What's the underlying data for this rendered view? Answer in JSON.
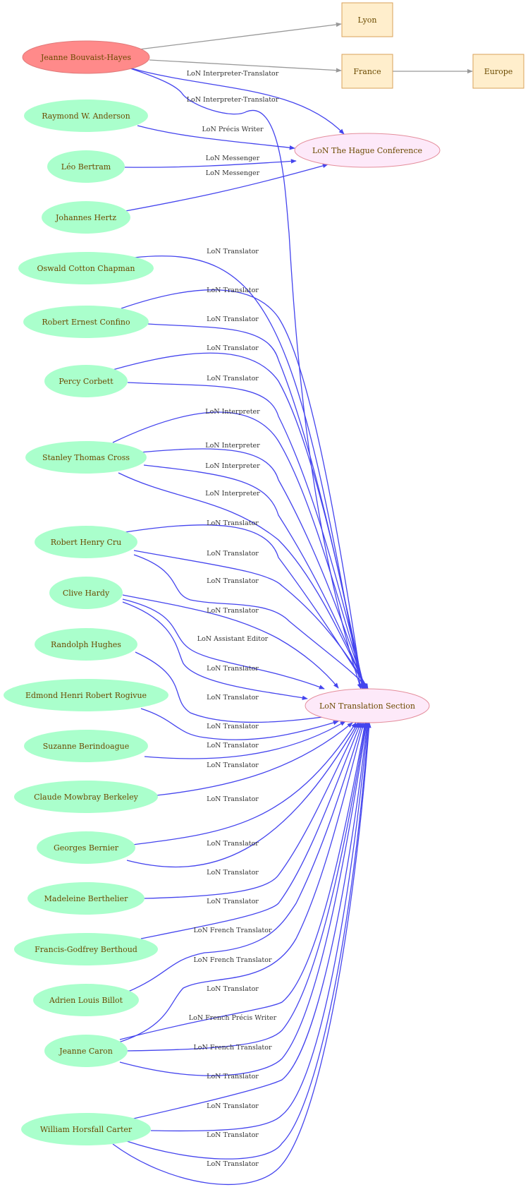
{
  "colors": {
    "focus_fill": "#ff8a8a",
    "focus_stroke": "#e07a7a",
    "person_fill": "#aaffcc",
    "org_fill": "#fde9f9",
    "org_stroke": "#e48e9c",
    "place_fill": "#ffeecc",
    "place_stroke": "#d9a15a",
    "edge_blue": "#4444ee",
    "edge_gray": "#999999",
    "label_text": "#6b4a00"
  },
  "nodes": [
    {
      "id": "jbh",
      "label": "Jeanne Bouvaist-Hayes",
      "kind": "focus",
      "shape": "ellipse"
    },
    {
      "id": "lyon",
      "label": "Lyon",
      "kind": "place",
      "shape": "box"
    },
    {
      "id": "france",
      "label": "France",
      "kind": "place",
      "shape": "box"
    },
    {
      "id": "europe",
      "label": "Europe",
      "kind": "place",
      "shape": "box"
    },
    {
      "id": "hague",
      "label": "LoN The Hague Conference",
      "kind": "org",
      "shape": "ellipse"
    },
    {
      "id": "trans",
      "label": "LoN Translation Section",
      "kind": "org",
      "shape": "ellipse"
    },
    {
      "id": "anderson",
      "label": "Raymond W. Anderson",
      "kind": "person",
      "shape": "ellipse"
    },
    {
      "id": "bertram",
      "label": "Léo Bertram",
      "kind": "person",
      "shape": "ellipse"
    },
    {
      "id": "hertz",
      "label": "Johannes Hertz",
      "kind": "person",
      "shape": "ellipse"
    },
    {
      "id": "chapman",
      "label": "Oswald Cotton Chapman",
      "kind": "person",
      "shape": "ellipse"
    },
    {
      "id": "confino",
      "label": "Robert Ernest Confino",
      "kind": "person",
      "shape": "ellipse"
    },
    {
      "id": "corbett",
      "label": "Percy Corbett",
      "kind": "person",
      "shape": "ellipse"
    },
    {
      "id": "cross",
      "label": "Stanley Thomas Cross",
      "kind": "person",
      "shape": "ellipse"
    },
    {
      "id": "cru",
      "label": "Robert Henry Cru",
      "kind": "person",
      "shape": "ellipse"
    },
    {
      "id": "hardy",
      "label": "Clive Hardy",
      "kind": "person",
      "shape": "ellipse"
    },
    {
      "id": "hughes",
      "label": "Randolph Hughes",
      "kind": "person",
      "shape": "ellipse"
    },
    {
      "id": "rogivue",
      "label": "Edmond Henri Robert Rogivue",
      "kind": "person",
      "shape": "ellipse"
    },
    {
      "id": "berindoague",
      "label": "Suzanne Berindoague",
      "kind": "person",
      "shape": "ellipse"
    },
    {
      "id": "berkeley",
      "label": "Claude Mowbray Berkeley",
      "kind": "person",
      "shape": "ellipse"
    },
    {
      "id": "bernier",
      "label": "Georges Bernier",
      "kind": "person",
      "shape": "ellipse"
    },
    {
      "id": "berthelier",
      "label": "Madeleine Berthelier",
      "kind": "person",
      "shape": "ellipse"
    },
    {
      "id": "berthoud",
      "label": "Francis-Godfrey Berthoud",
      "kind": "person",
      "shape": "ellipse"
    },
    {
      "id": "billot",
      "label": "Adrien Louis Billot",
      "kind": "person",
      "shape": "ellipse"
    },
    {
      "id": "caron",
      "label": "Jeanne Caron",
      "kind": "person",
      "shape": "ellipse"
    },
    {
      "id": "carter",
      "label": "William Horsfall Carter",
      "kind": "person",
      "shape": "ellipse"
    }
  ],
  "edges": [
    {
      "from": "jbh",
      "to": "lyon",
      "label": ""
    },
    {
      "from": "jbh",
      "to": "france",
      "label": ""
    },
    {
      "from": "france",
      "to": "europe",
      "label": ""
    },
    {
      "from": "jbh",
      "to": "hague",
      "label": "LoN Interpreter-Translator"
    },
    {
      "from": "jbh",
      "to": "trans",
      "label": "LoN Interpreter-Translator"
    },
    {
      "from": "anderson",
      "to": "hague",
      "label": "LoN Précis Writer"
    },
    {
      "from": "bertram",
      "to": "hague",
      "label": "LoN Messenger"
    },
    {
      "from": "hertz",
      "to": "hague",
      "label": "LoN Messenger"
    },
    {
      "from": "chapman",
      "to": "trans",
      "label": "LoN Translator"
    },
    {
      "from": "confino",
      "to": "trans",
      "label": "LoN Translator"
    },
    {
      "from": "confino",
      "to": "trans",
      "label": "LoN Translator"
    },
    {
      "from": "corbett",
      "to": "trans",
      "label": "LoN Translator"
    },
    {
      "from": "corbett",
      "to": "trans",
      "label": "LoN Translator"
    },
    {
      "from": "cross",
      "to": "trans",
      "label": "LoN Interpreter"
    },
    {
      "from": "cross",
      "to": "trans",
      "label": "LoN Interpreter"
    },
    {
      "from": "cross",
      "to": "trans",
      "label": "LoN Interpreter"
    },
    {
      "from": "cross",
      "to": "trans",
      "label": "LoN Interpreter"
    },
    {
      "from": "cru",
      "to": "trans",
      "label": "LoN Translator"
    },
    {
      "from": "cru",
      "to": "trans",
      "label": "LoN Translator"
    },
    {
      "from": "cru",
      "to": "trans",
      "label": "LoN Translator"
    },
    {
      "from": "hardy",
      "to": "trans",
      "label": "LoN Translator"
    },
    {
      "from": "hardy",
      "to": "trans",
      "label": "LoN Assistant Editor"
    },
    {
      "from": "hardy",
      "to": "trans",
      "label": "LoN Translator"
    },
    {
      "from": "hughes",
      "to": "trans",
      "label": "LoN Translator"
    },
    {
      "from": "rogivue",
      "to": "trans",
      "label": "LoN Translator"
    },
    {
      "from": "berindoague",
      "to": "trans",
      "label": "LoN Translator"
    },
    {
      "from": "berkeley",
      "to": "trans",
      "label": "LoN Translator"
    },
    {
      "from": "bernier",
      "to": "trans",
      "label": "LoN Translator"
    },
    {
      "from": "bernier",
      "to": "trans",
      "label": "LoN Translator"
    },
    {
      "from": "berthelier",
      "to": "trans",
      "label": "LoN Translator"
    },
    {
      "from": "berthoud",
      "to": "trans",
      "label": "LoN Translator"
    },
    {
      "from": "billot",
      "to": "trans",
      "label": "LoN French Translator"
    },
    {
      "from": "caron",
      "to": "trans",
      "label": "LoN French Translator"
    },
    {
      "from": "caron",
      "to": "trans",
      "label": "LoN Translator"
    },
    {
      "from": "caron",
      "to": "trans",
      "label": "LoN French Précis Writer"
    },
    {
      "from": "caron",
      "to": "trans",
      "label": "LoN French Translator"
    },
    {
      "from": "carter",
      "to": "trans",
      "label": "LoN Translator"
    },
    {
      "from": "carter",
      "to": "trans",
      "label": "LoN Translator"
    },
    {
      "from": "carter",
      "to": "trans",
      "label": "LoN Translator"
    },
    {
      "from": "carter",
      "to": "trans",
      "label": "LoN Translator"
    }
  ]
}
